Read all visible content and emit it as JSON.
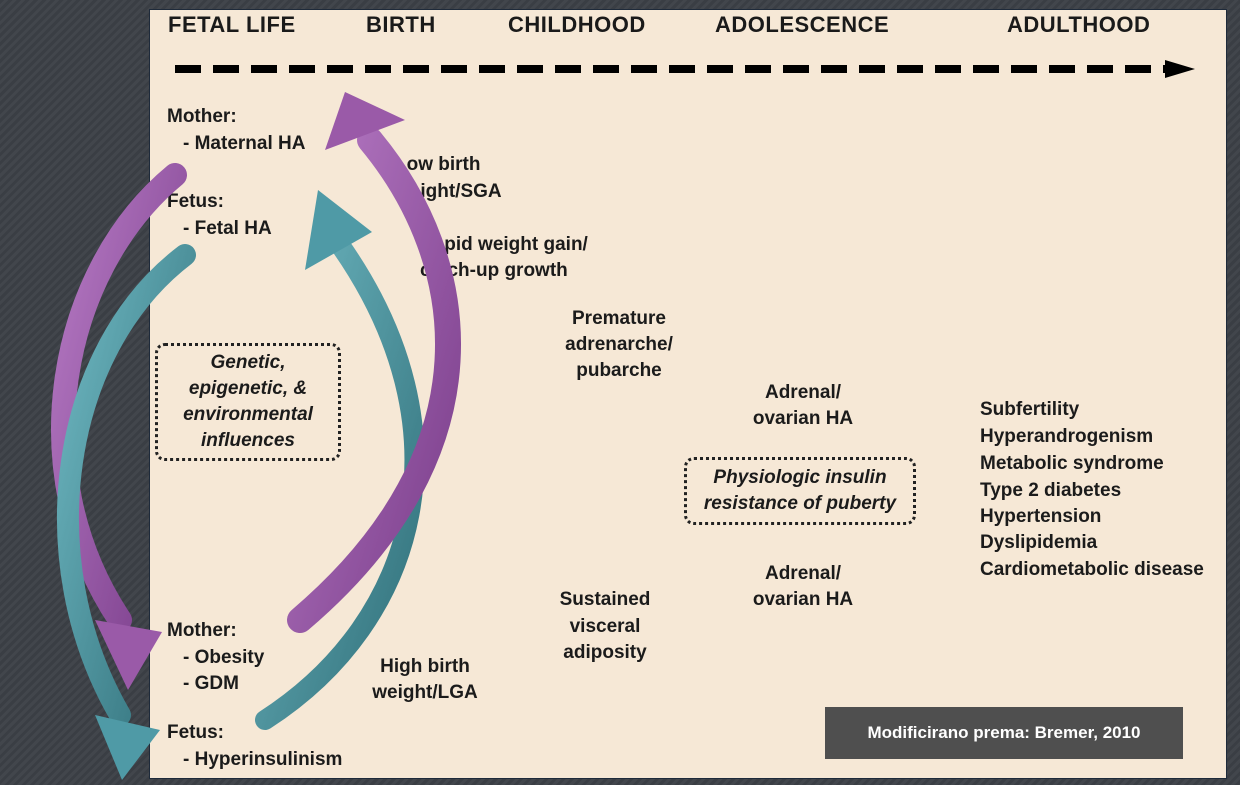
{
  "timeline": {
    "stages": [
      "FETAL LIFE",
      "BIRTH",
      "CHILDHOOD",
      "ADOLESCENCE",
      "ADULTHOOD"
    ]
  },
  "top_branch": {
    "mother_title": "Mother:",
    "mother_item": "- Maternal HA",
    "fetus_title": "Fetus:",
    "fetus_item": "- Fetal HA",
    "birth_lines": [
      "Low birth",
      "weight/SGA"
    ],
    "growth_lines": [
      "Rapid weight gain/",
      "catch-up growth"
    ],
    "premature_lines": [
      "Premature",
      "adrenarche/",
      "pubarche"
    ],
    "adrenal_lines": [
      "Adrenal/",
      "ovarian HA"
    ]
  },
  "influences_box": [
    "Genetic,",
    "epigenetic, &",
    "environmental",
    "influences"
  ],
  "insulin_box": [
    "Physiologic insulin",
    "resistance of puberty"
  ],
  "adult_outcomes": [
    "Subfertility",
    "Hyperandrogenism",
    "Metabolic syndrome",
    "Type 2 diabetes",
    "Hypertension",
    "Dyslipidemia",
    "Cardiometabolic disease"
  ],
  "bottom_branch": {
    "mother_title": "Mother:",
    "mother_items": [
      "- Obesity",
      "- GDM"
    ],
    "fetus_title": "Fetus:",
    "fetus_item": "- Hyperinsulinism",
    "birth_lines": [
      "High birth",
      "weight/LGA"
    ],
    "adiposity_lines": [
      "Sustained",
      "visceral",
      "adiposity"
    ],
    "adrenal_lines": [
      "Adrenal/",
      "ovarian HA"
    ]
  },
  "source_note": "Modificirano prema: Bremer, 2010",
  "colors": {
    "panel": "#f6e8d6",
    "purple_arrow": "#9a5aa8",
    "teal_arrow": "#4f9aa6",
    "dark_background": "#3b3f45"
  }
}
